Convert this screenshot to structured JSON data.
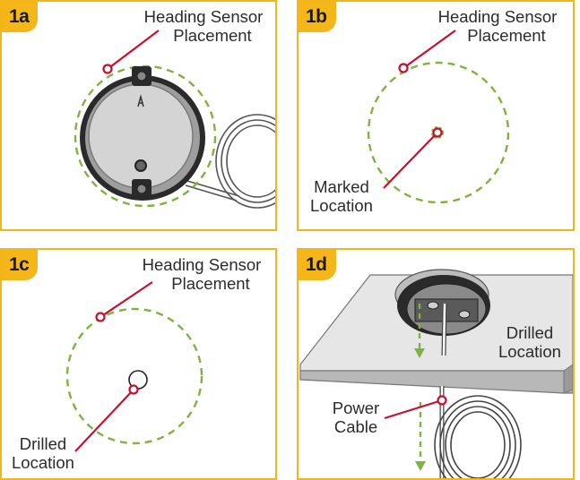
{
  "panels": [
    {
      "id": "1a",
      "badge": "1a",
      "labels": {
        "heading_line1": "Heading Sensor",
        "heading_line2": "Placement"
      }
    },
    {
      "id": "1b",
      "badge": "1b",
      "labels": {
        "heading_line1": "Heading Sensor",
        "heading_line2": "Placement",
        "marked_line1": "Marked",
        "marked_line2": "Location"
      }
    },
    {
      "id": "1c",
      "badge": "1c",
      "labels": {
        "heading_line1": "Heading Sensor",
        "heading_line2": "Placement",
        "drilled_line1": "Drilled",
        "drilled_line2": "Location"
      }
    },
    {
      "id": "1d",
      "badge": "1d",
      "labels": {
        "drilled_line1": "Drilled",
        "drilled_line2": "Location",
        "cable_line1": "Power",
        "cable_line2": "Cable"
      }
    }
  ],
  "colors": {
    "border": "#f2b51a",
    "badge": "#f5b61a",
    "dashed_circle": "#7fb241",
    "leader": "#c8102e",
    "sensor_body": "#9a9a9a",
    "sensor_face": "#cfcfcf",
    "surface": "#e6e6e6"
  },
  "icons": [
    "heading-sensor-icon",
    "power-cable-coil-icon",
    "mounting-surface-icon",
    "down-arrow-icon"
  ]
}
